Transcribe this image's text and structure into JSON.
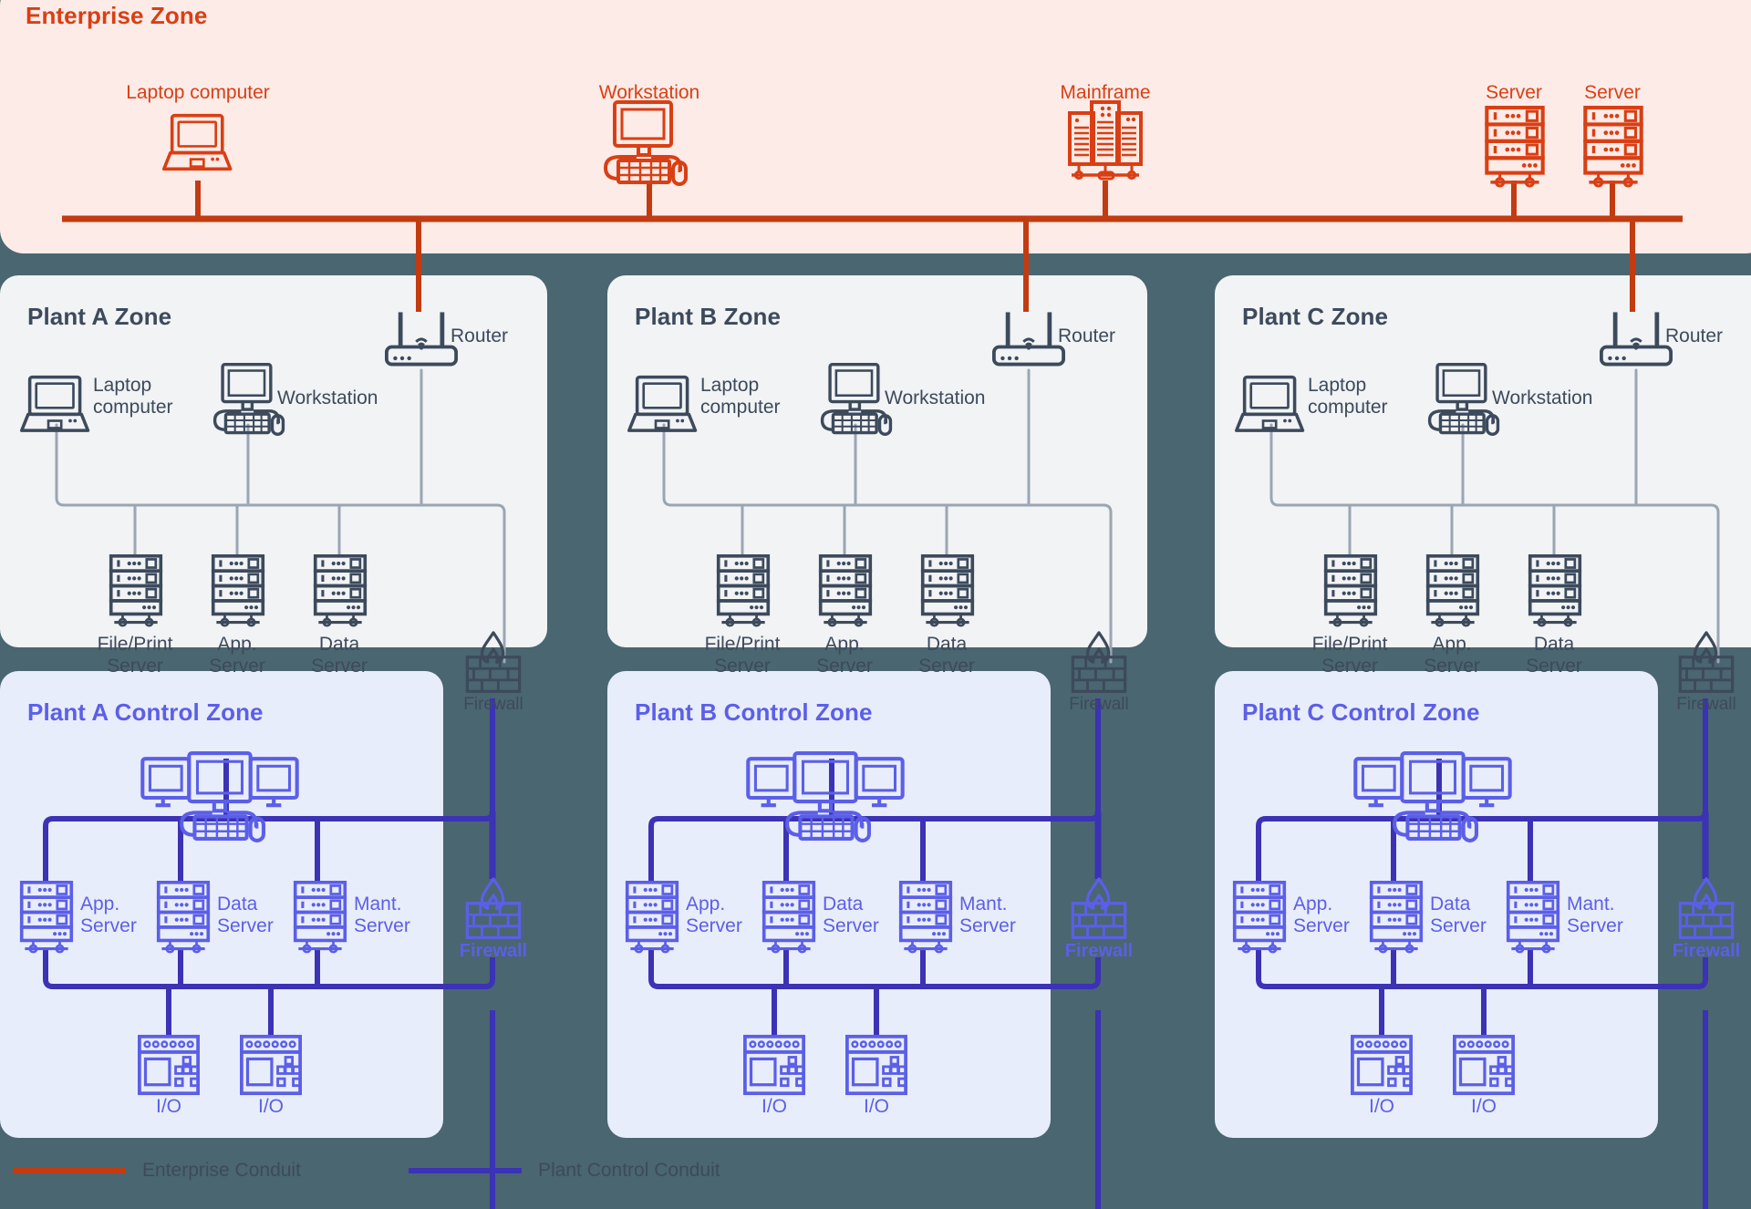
{
  "colors": {
    "page_background": "#4a6670",
    "enterprise_zone_bg": "#fcebe7",
    "plant_zone_bg": "#f1f3f5",
    "control_zone_bg": "#e8edfb",
    "enterprise_conduit": "#c23b11",
    "enterprise_accent": "#d93f14",
    "plant_outline": "#3d4a5c",
    "plant_link": "#9aa6b2",
    "control_conduit": "#3b32b5",
    "control_accent": "#5b5fe8"
  },
  "enterprise_zone": {
    "title": "Enterprise Zone",
    "nodes": [
      {
        "label": "Laptop computer",
        "icon": "laptop-icon"
      },
      {
        "label": "Workstation",
        "icon": "workstation-icon"
      },
      {
        "label": "Mainframe",
        "icon": "mainframe-icon"
      },
      {
        "label": "Server",
        "icon": "server-icon"
      },
      {
        "label": "Server",
        "icon": "server-icon"
      }
    ]
  },
  "plant_zones": [
    {
      "title": "Plant A Zone",
      "router": {
        "label": "Router",
        "icon": "router-icon"
      },
      "laptop": {
        "label": "Laptop\ncomputer",
        "label_line1": "Laptop",
        "label_line2": "computer",
        "icon": "laptop-icon"
      },
      "workstation": {
        "label": "Workstation",
        "icon": "workstation-icon"
      },
      "servers": [
        {
          "line1": "File/Print",
          "line2": "Server",
          "icon": "server-icon"
        },
        {
          "line1": "App.",
          "line2": "Server",
          "icon": "server-icon"
        },
        {
          "line1": "Data",
          "line2": "Server",
          "icon": "server-icon"
        }
      ],
      "firewall": {
        "label": "Firewall",
        "icon": "firewall-icon"
      }
    },
    {
      "title": "Plant B Zone",
      "router": {
        "label": "Router",
        "icon": "router-icon"
      },
      "laptop": {
        "label_line1": "Laptop",
        "label_line2": "computer",
        "icon": "laptop-icon"
      },
      "workstation": {
        "label": "Workstation",
        "icon": "workstation-icon"
      },
      "servers": [
        {
          "line1": "File/Print",
          "line2": "Server",
          "icon": "server-icon"
        },
        {
          "line1": "App.",
          "line2": "Server",
          "icon": "server-icon"
        },
        {
          "line1": "Data",
          "line2": "Server",
          "icon": "server-icon"
        }
      ],
      "firewall": {
        "label": "Firewall",
        "icon": "firewall-icon"
      }
    },
    {
      "title": "Plant C Zone",
      "router": {
        "label": "Router",
        "icon": "router-icon"
      },
      "laptop": {
        "label_line1": "Laptop",
        "label_line2": "computer",
        "icon": "laptop-icon"
      },
      "workstation": {
        "label": "Workstation",
        "icon": "workstation-icon"
      },
      "servers": [
        {
          "line1": "File/Print",
          "line2": "Server",
          "icon": "server-icon"
        },
        {
          "line1": "App.",
          "line2": "Server",
          "icon": "server-icon"
        },
        {
          "line1": "Data",
          "line2": "Server",
          "icon": "server-icon"
        }
      ],
      "firewall": {
        "label": "Firewall",
        "icon": "firewall-icon"
      }
    }
  ],
  "control_zones": [
    {
      "title": "Plant A Control Zone",
      "hmi": {
        "icon": "multi-monitor-workstation-icon"
      },
      "servers": [
        {
          "line1": "App.",
          "line2": "Server",
          "icon": "server-icon"
        },
        {
          "line1": "Data",
          "line2": "Server",
          "icon": "server-icon"
        },
        {
          "line1": "Mant.",
          "line2": "Server",
          "icon": "server-icon"
        }
      ],
      "io_devices": [
        {
          "label": "I/O",
          "icon": "io-module-icon"
        },
        {
          "label": "I/O",
          "icon": "io-module-icon"
        }
      ],
      "firewall": {
        "label": "Firewall",
        "icon": "firewall-icon"
      }
    },
    {
      "title": "Plant B Control Zone",
      "hmi": {
        "icon": "multi-monitor-workstation-icon"
      },
      "servers": [
        {
          "line1": "App.",
          "line2": "Server",
          "icon": "server-icon"
        },
        {
          "line1": "Data",
          "line2": "Server",
          "icon": "server-icon"
        },
        {
          "line1": "Mant.",
          "line2": "Server",
          "icon": "server-icon"
        }
      ],
      "io_devices": [
        {
          "label": "I/O",
          "icon": "io-module-icon"
        },
        {
          "label": "I/O",
          "icon": "io-module-icon"
        }
      ],
      "firewall": {
        "label": "Firewall",
        "icon": "firewall-icon"
      }
    },
    {
      "title": "Plant C Control Zone",
      "hmi": {
        "icon": "multi-monitor-workstation-icon"
      },
      "servers": [
        {
          "line1": "App.",
          "line2": "Server",
          "icon": "server-icon"
        },
        {
          "line1": "Data",
          "line2": "Server",
          "icon": "server-icon"
        },
        {
          "line1": "Mant.",
          "line2": "Server",
          "icon": "server-icon"
        }
      ],
      "io_devices": [
        {
          "label": "I/O",
          "icon": "io-module-icon"
        },
        {
          "label": "I/O",
          "icon": "io-module-icon"
        }
      ],
      "firewall": {
        "label": "Firewall",
        "icon": "firewall-icon"
      }
    }
  ],
  "legend": {
    "items": [
      {
        "label": "Enterprise Conduit",
        "color": "#c23b11"
      },
      {
        "label": "Plant Control Conduit",
        "color": "#3b32b5"
      }
    ]
  }
}
